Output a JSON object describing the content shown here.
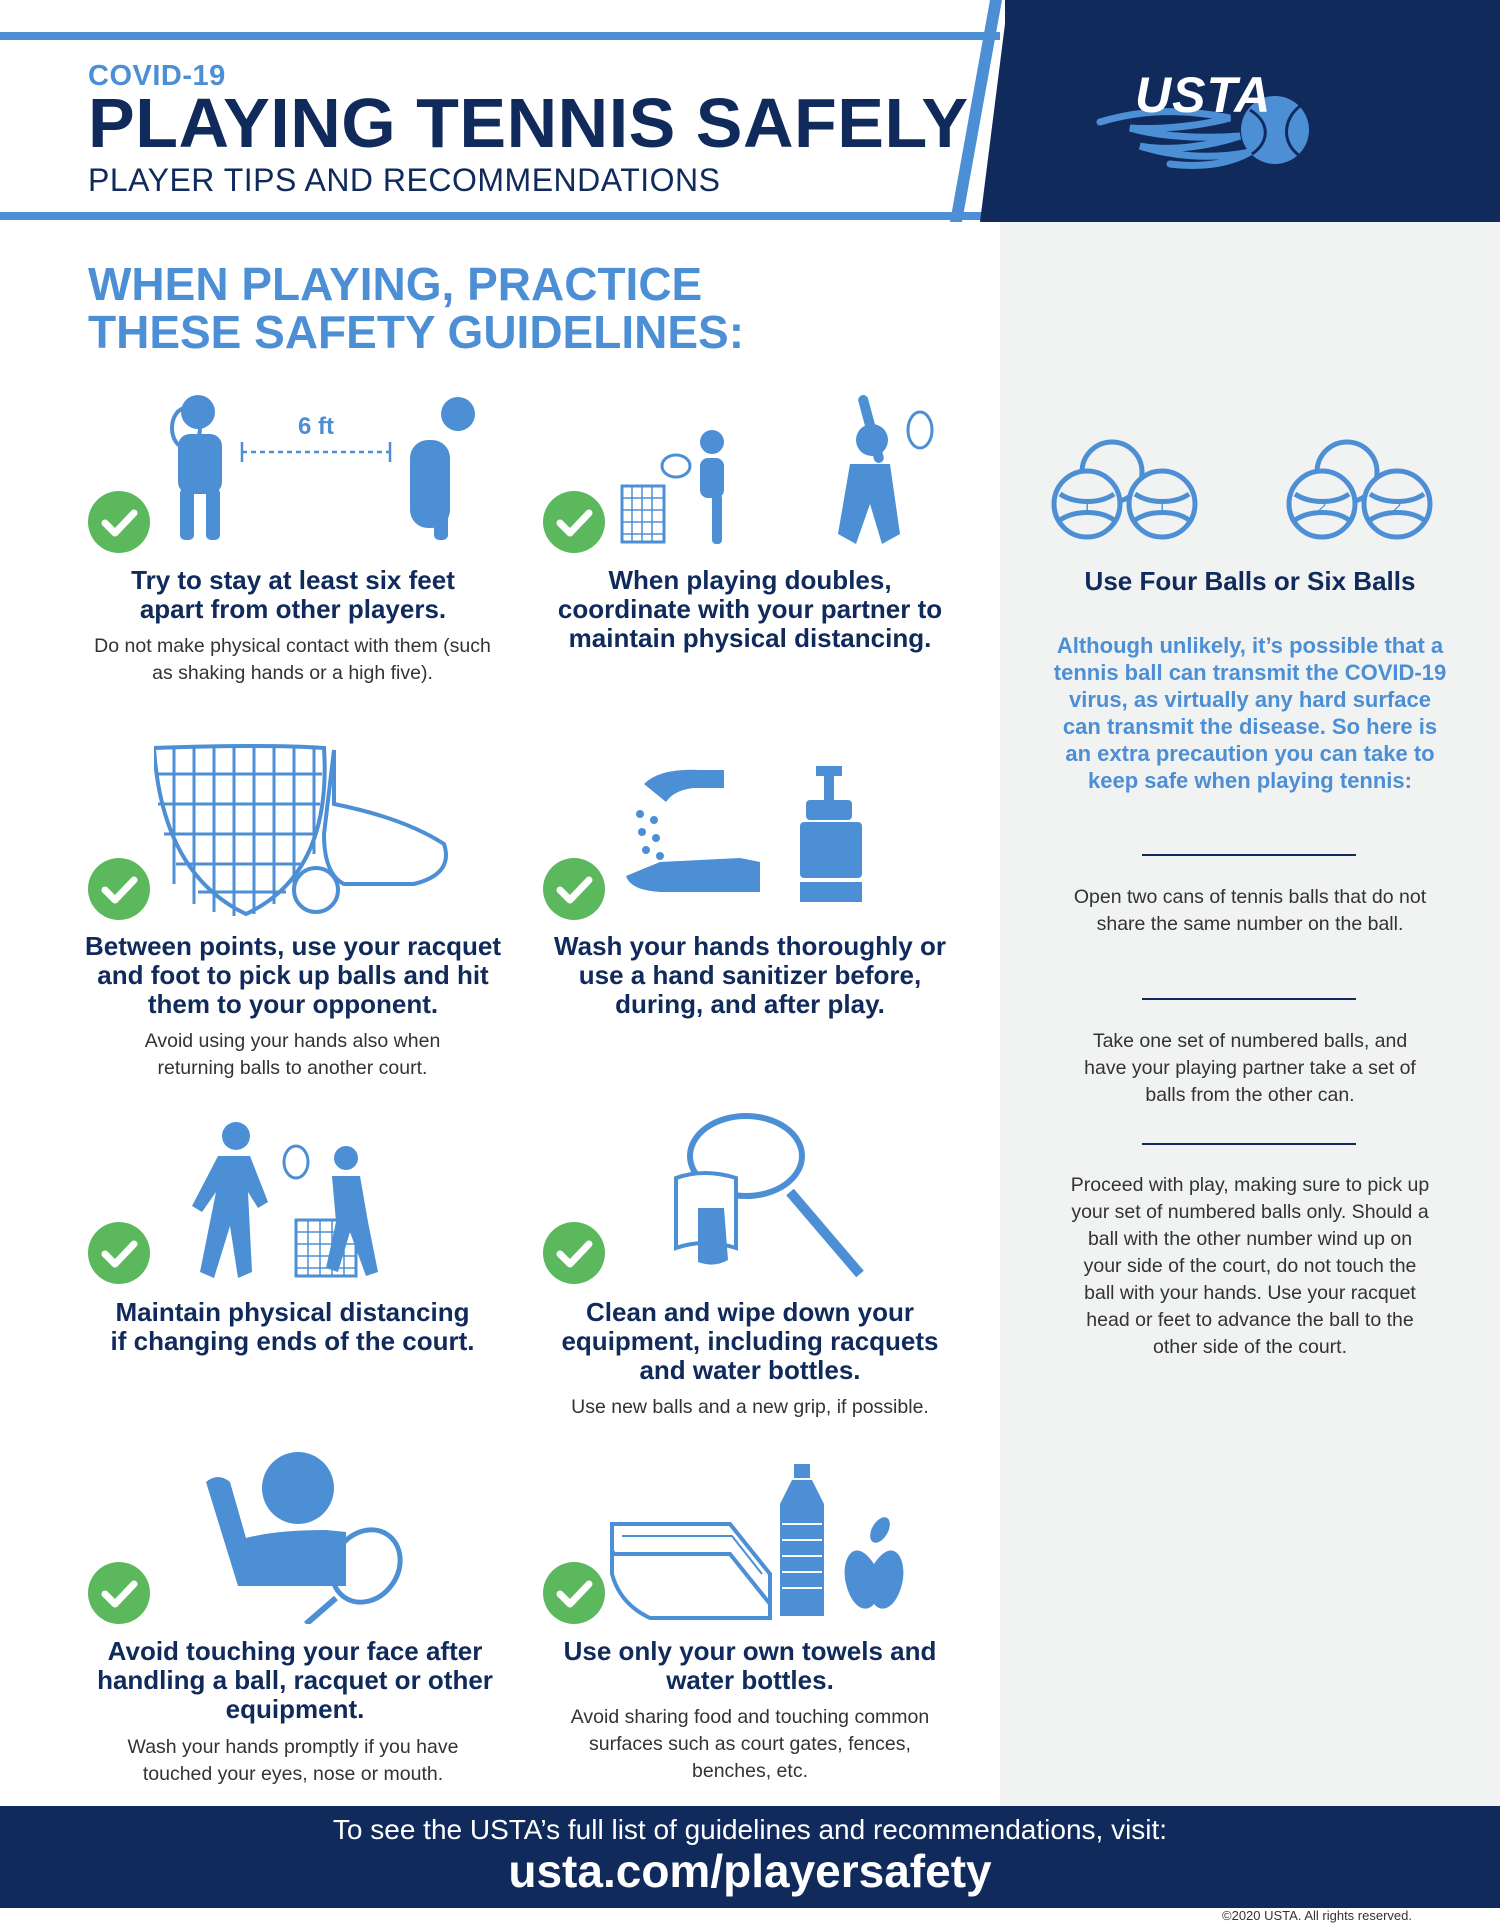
{
  "header": {
    "kicker": "COVID-19",
    "title": "PLAYING TENNIS SAFELY",
    "subtitle": "PLAYER TIPS AND RECOMMENDATIONS",
    "logo_text": "USTA"
  },
  "section": {
    "heading_line1": "WHEN PLAYING, PRACTICE",
    "heading_line2": "THESE SAFETY GUIDELINES:"
  },
  "colors": {
    "navy": "#0f2a5b",
    "blue": "#4d8fd4",
    "green": "#5cb85c",
    "sidebar_bg": "#f1f2f2"
  },
  "guidelines": [
    {
      "icon": "distance-icon",
      "distance_label": "6 ft",
      "title": "Try to stay at least six feet apart from other players.",
      "desc": "Do not make physical contact with them (such as shaking hands or a high five)."
    },
    {
      "icon": "doubles-icon",
      "title": "When playing doubles, coordinate with your partner to maintain physical distancing.",
      "desc": ""
    },
    {
      "icon": "racquet-foot-icon",
      "title": "Between points, use your racquet and foot to pick up balls and hit them to your opponent.",
      "desc": "Avoid using your hands also when returning balls to another court."
    },
    {
      "icon": "hand-wash-icon",
      "title": "Wash your hands thoroughly or use a hand sanitizer before, during, and after play.",
      "desc": ""
    },
    {
      "icon": "changing-ends-icon",
      "title": "Maintain physical distancing if changing ends of the court.",
      "desc": ""
    },
    {
      "icon": "wipe-equipment-icon",
      "title": "Clean and wipe down your equipment, including racquets and water bottles.",
      "desc": "Use new balls and a new grip, if possible."
    },
    {
      "icon": "face-touch-icon",
      "title": "Avoid touching your face after handling a ball, racquet or other equipment.",
      "desc": "Wash your hands promptly if you have touched your eyes, nose or mouth."
    },
    {
      "icon": "towel-bottle-icon",
      "title": "Use only your own towels and water bottles.",
      "desc": "Avoid sharing food and touching common surfaces such as court gates, fences, benches, etc."
    }
  ],
  "sidebar": {
    "balls_set_a": "1",
    "balls_set_b": "2",
    "title": "Use Four Balls or Six Balls",
    "intro": "Although unlikely, it’s possible that a tennis ball can transmit the COVID-19 virus, as virtually any hard surface can transmit the disease. So here is an extra precaution you can take to keep safe when playing tennis:",
    "steps": [
      "Open two cans of tennis balls that do not share the same number on the ball.",
      "Take one set of numbered balls, and have your playing partner take a set of balls from the other can.",
      "Proceed with play, making sure to pick up your set of numbered balls only. Should a ball with the other number wind up on your side of the court, do not touch the ball with your hands. Use your racquet head or feet to advance the ball to the other side of the court."
    ]
  },
  "footer": {
    "line1": "To see the USTA’s full list of guidelines and recommendations, visit:",
    "url": "usta.com/playersafety",
    "copyright": "©2020 USTA. All rights reserved."
  }
}
